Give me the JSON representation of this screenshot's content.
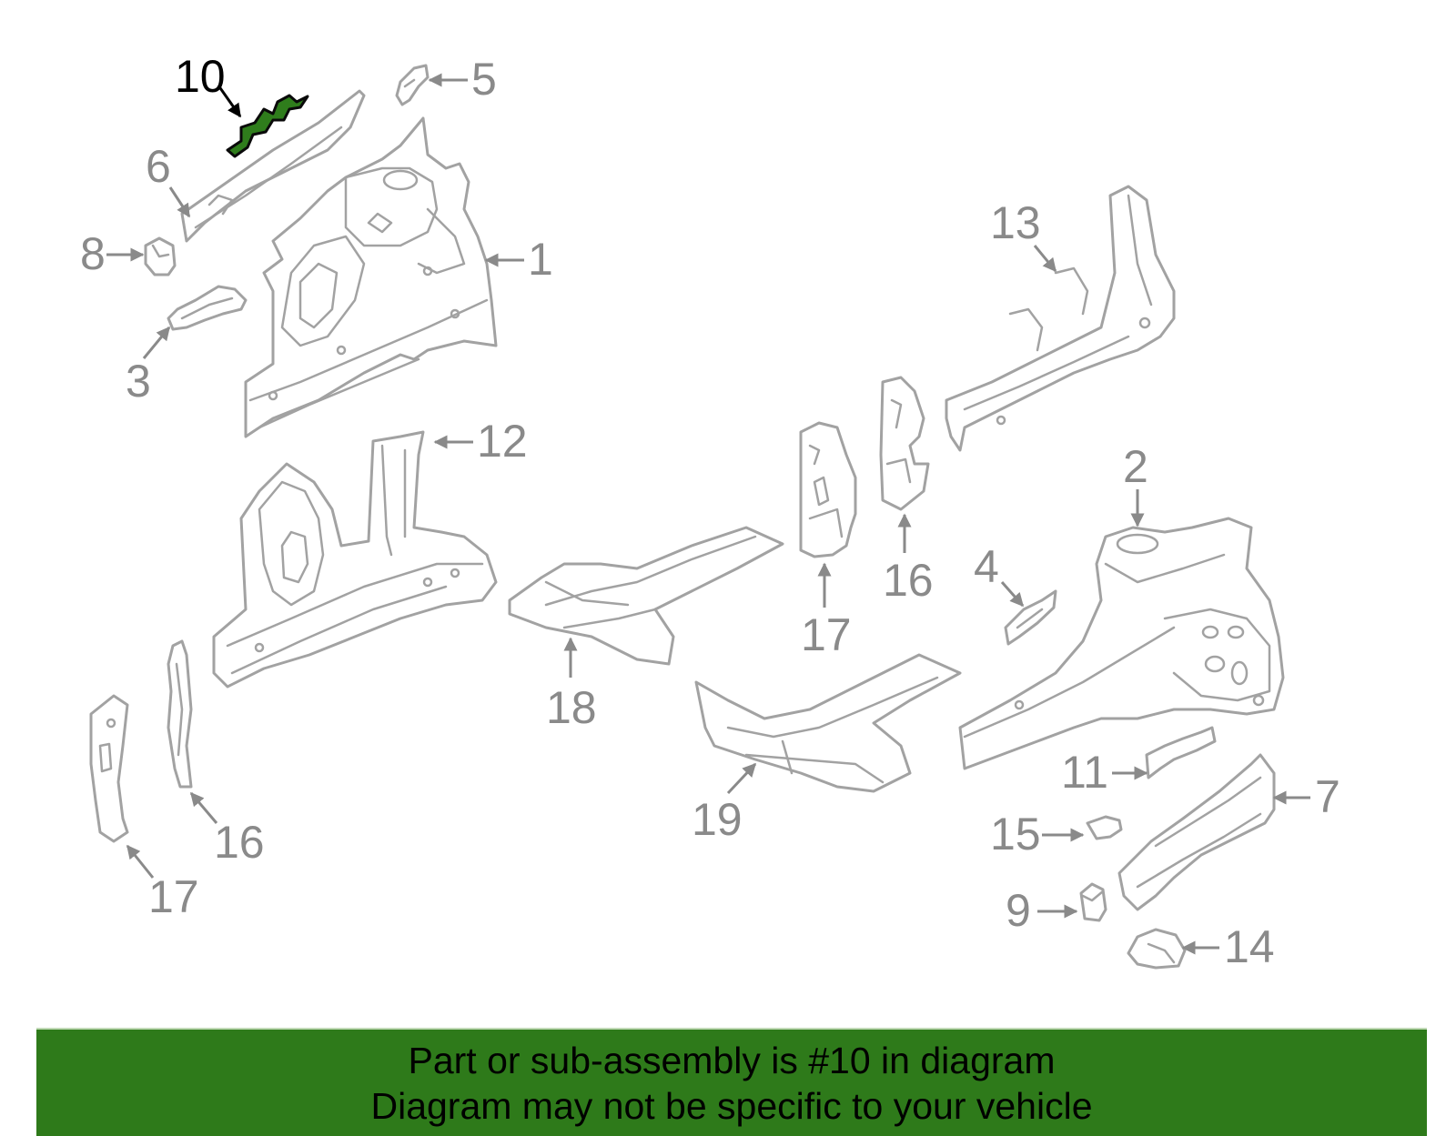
{
  "highlighted_part": "10",
  "callouts": [
    {
      "id": "c1",
      "label": "1"
    },
    {
      "id": "c2",
      "label": "2"
    },
    {
      "id": "c3",
      "label": "3"
    },
    {
      "id": "c4",
      "label": "4"
    },
    {
      "id": "c5",
      "label": "5"
    },
    {
      "id": "c6",
      "label": "6"
    },
    {
      "id": "c7",
      "label": "7"
    },
    {
      "id": "c8",
      "label": "8"
    },
    {
      "id": "c9",
      "label": "9"
    },
    {
      "id": "c10",
      "label": "10"
    },
    {
      "id": "c11",
      "label": "11"
    },
    {
      "id": "c12",
      "label": "12"
    },
    {
      "id": "c13",
      "label": "13"
    },
    {
      "id": "c14",
      "label": "14"
    },
    {
      "id": "c15",
      "label": "15"
    },
    {
      "id": "c16a",
      "label": "16"
    },
    {
      "id": "c16b",
      "label": "16"
    },
    {
      "id": "c17a",
      "label": "17"
    },
    {
      "id": "c17b",
      "label": "17"
    },
    {
      "id": "c18",
      "label": "18"
    },
    {
      "id": "c19",
      "label": "19"
    }
  ],
  "colors": {
    "highlight": "#2f7d1c",
    "banner": "#2e7a1a",
    "part_outline": "#a2a2a2",
    "callout": "#8a8a8a"
  },
  "banner": {
    "line1": "Part or sub-assembly is #10 in diagram",
    "line2": "Diagram may not be specific to your vehicle"
  }
}
